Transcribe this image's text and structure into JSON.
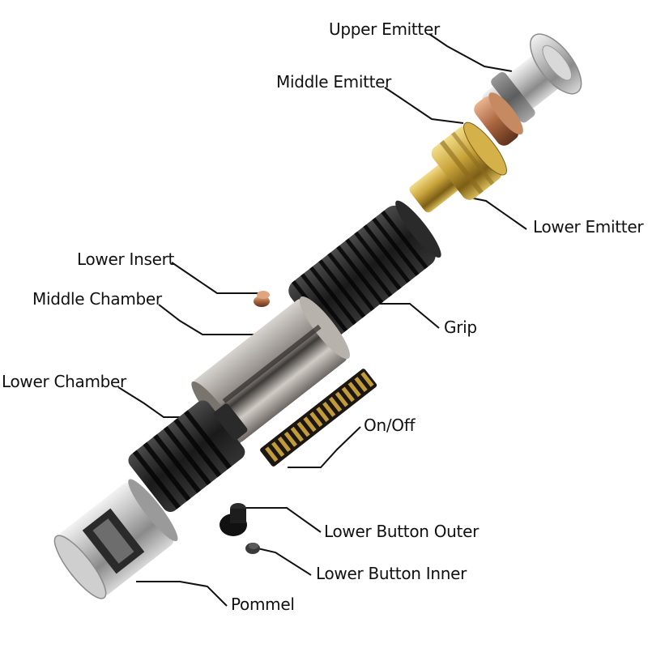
{
  "labels": {
    "upper_emitter": "Upper Emitter",
    "middle_emitter": "Middle Emitter",
    "lower_emitter": "Lower Emitter",
    "lower_insert": "Lower Insert",
    "middle_chamber": "Middle Chamber",
    "grip": "Grip",
    "lower_chamber": "Lower Chamber",
    "on_off": "On/Off",
    "lower_button_outer": "Lower Button Outer",
    "lower_button_inner": "Lower Button Inner",
    "pommel": "Pommel"
  },
  "colors": {
    "silver": "#b9b9b9",
    "brass": "#c8a33a",
    "copper": "#a9653f",
    "black": "#1a1a1a",
    "leader": "#111111"
  }
}
